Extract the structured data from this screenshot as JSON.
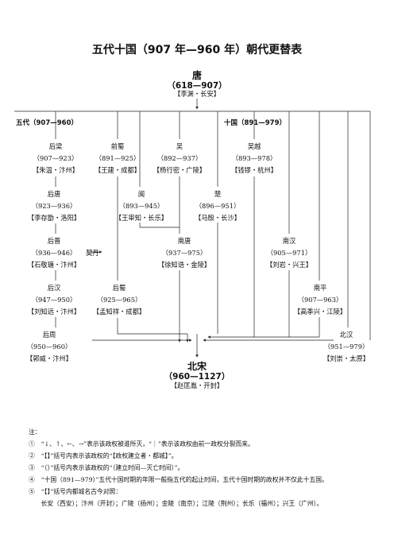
{
  "title": "五代十国（907 年—960 年）朝代更替表",
  "tang": {
    "name": "唐",
    "years": "（618—907）",
    "founder": "【李渊・长安】"
  },
  "groups": {
    "wudai": "五代（907—960）",
    "shiguo": "十国（891—979）"
  },
  "states": [
    {
      "id": "houliang",
      "name": "后梁",
      "years": "（907—923）",
      "founder": "【朱温・汴州】"
    },
    {
      "id": "qianshu",
      "name": "前蜀",
      "years": "（891—925）",
      "founder": "【王建・成都】"
    },
    {
      "id": "wu",
      "name": "吴",
      "years": "（892—937）",
      "founder": "【杨行密・广陵】"
    },
    {
      "id": "wuyue",
      "name": "吴越",
      "years": "（893—978）",
      "founder": "【钱镠・杭州】"
    },
    {
      "id": "houtang",
      "name": "后唐",
      "years": "（923—936）",
      "founder": "【李存勖・洛阳】"
    },
    {
      "id": "min",
      "name": "闽",
      "years": "（893—945）",
      "founder": "【王审知・长乐】"
    },
    {
      "id": "chu",
      "name": "楚",
      "years": "（896—951）",
      "founder": "【马殷・长沙】"
    },
    {
      "id": "houjin",
      "name": "后晋",
      "years": "（936—946）",
      "founder": "【石敬瑭・汴州】"
    },
    {
      "id": "nantang",
      "name": "南唐",
      "years": "（937—975）",
      "founder": "【徐知诰・金陵】"
    },
    {
      "id": "nanhan",
      "name": "南汉",
      "years": "（905—971）",
      "founder": "【刘岩・兴王】"
    },
    {
      "id": "houhan",
      "name": "后汉",
      "years": "（947—950）",
      "founder": "【刘知远・汴州】"
    },
    {
      "id": "houshu",
      "name": "后蜀",
      "years": "（925—965）",
      "founder": "【孟知祥・成都】"
    },
    {
      "id": "nanping",
      "name": "南平",
      "years": "（907—963）",
      "founder": "【高季兴・江陵】"
    },
    {
      "id": "houzhou",
      "name": "后周",
      "years": "（950—960）",
      "founder": "【郭威・汴州】"
    },
    {
      "id": "beihan",
      "name": "北汉",
      "years": "（951—979）",
      "founder": "【刘崇・太原】"
    }
  ],
  "khitan": "契丹",
  "song": {
    "name": "北宋",
    "years": "（960—1127）",
    "founder": "【赵匡胤・开封】"
  },
  "notes": {
    "heading": "注：",
    "items": [
      "①　“↓、↑、←、→”表示该政权被谁所灭，“｜”表示该政权由前一政权分裂而来。",
      "②　“【】”括号内表示该政权的“【政权建立者・都城】”。",
      "③　“（）”括号内表示该政权的“（建立时间—灭亡时间）”。",
      "④　“十国（891—979）”五代十国时期的年限一般指五代的起止时间，五代十国时期的政权并不仅此十五国。",
      "⑤　“【】”括号内都城名古今对照：",
      "　　长安（西安）；汴州（开封）；广陵（扬州）；金陵（南京）；江陵（荆州）；长乐（福州）；兴王（广州）。"
    ]
  }
}
